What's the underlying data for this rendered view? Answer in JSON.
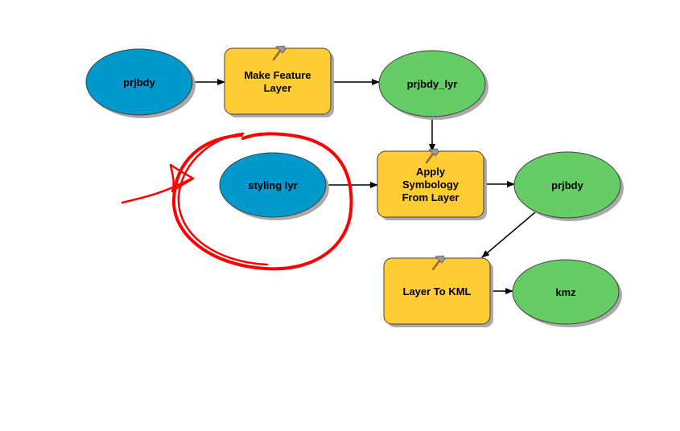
{
  "colors": {
    "input_fill": "#0099cc",
    "tool_fill": "#ffcc33",
    "output_fill": "#66cc66",
    "outline": "#404040",
    "shadow": "#aaaaaa",
    "connector": "#000000",
    "annotation": "#ff0000"
  },
  "nodes": [
    {
      "id": "prjbdy_input",
      "type": "input",
      "lines": [
        "prjbdy"
      ]
    },
    {
      "id": "make_feature_layer",
      "type": "tool",
      "lines": [
        "Make Feature",
        "Layer"
      ],
      "icon": "hammer-icon"
    },
    {
      "id": "prjbdy_lyr",
      "type": "output",
      "lines": [
        "prjbdy_lyr"
      ]
    },
    {
      "id": "styling_lyr",
      "type": "input",
      "lines": [
        "styling lyr"
      ]
    },
    {
      "id": "apply_symbology",
      "type": "tool",
      "lines": [
        "Apply",
        "Symbology",
        "From Layer"
      ],
      "icon": "hammer-icon"
    },
    {
      "id": "prjbdy_output",
      "type": "output",
      "lines": [
        "prjbdy"
      ]
    },
    {
      "id": "layer_to_kml",
      "type": "tool",
      "lines": [
        "Layer To KML"
      ],
      "icon": "hammer-icon"
    },
    {
      "id": "kmz_output",
      "type": "output",
      "lines": [
        "kmz"
      ]
    }
  ],
  "edges": [
    {
      "from": "prjbdy_input",
      "to": "make_feature_layer"
    },
    {
      "from": "make_feature_layer",
      "to": "prjbdy_lyr"
    },
    {
      "from": "prjbdy_lyr",
      "to": "apply_symbology"
    },
    {
      "from": "styling_lyr",
      "to": "apply_symbology"
    },
    {
      "from": "apply_symbology",
      "to": "prjbdy_output"
    },
    {
      "from": "prjbdy_output",
      "to": "layer_to_kml"
    },
    {
      "from": "layer_to_kml",
      "to": "kmz_output"
    }
  ],
  "annotation": {
    "kind": "hand-drawn-circle-with-arrow",
    "target": "styling_lyr"
  }
}
